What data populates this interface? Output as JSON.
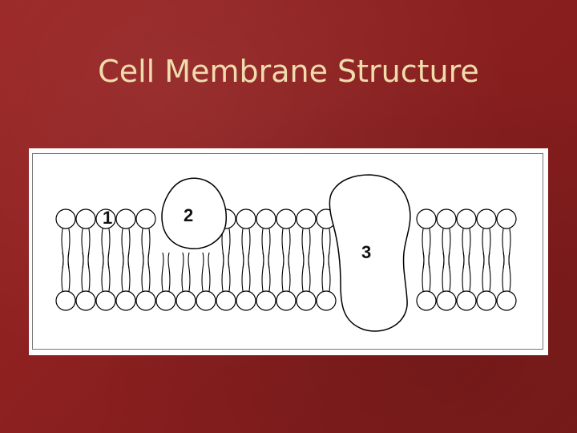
{
  "slide": {
    "title": "Cell Membrane Structure"
  },
  "diagram": {
    "labels": [
      "1",
      "2",
      "3"
    ]
  }
}
